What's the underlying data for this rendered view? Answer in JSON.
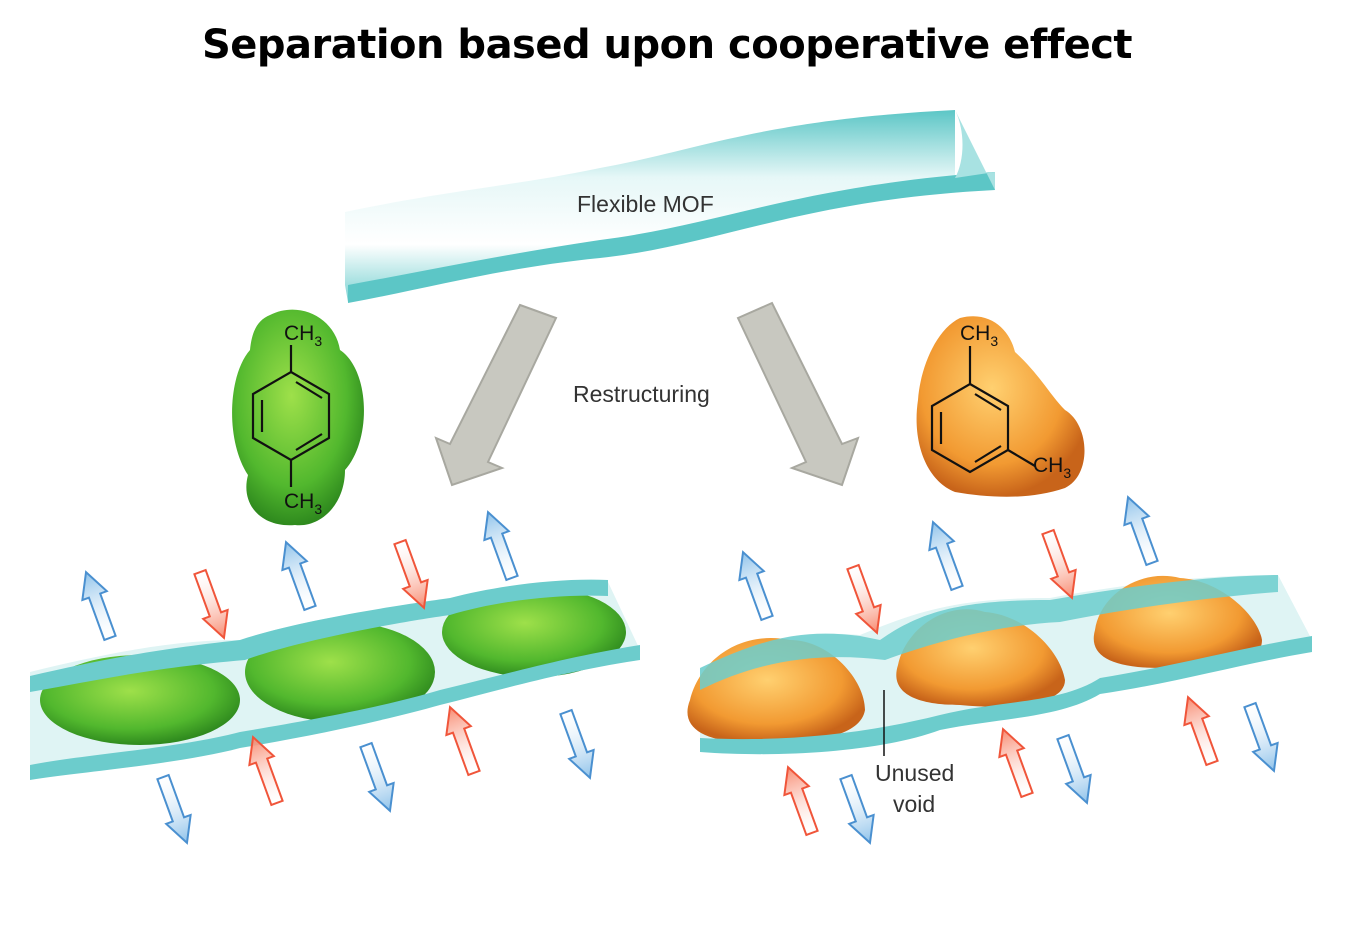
{
  "title": "Separation based upon cooperative effect",
  "labels": {
    "mof": "Flexible MOF",
    "restructuring": "Restructuring",
    "unused_void_line1": "Unused",
    "unused_void_line2": "void"
  },
  "molecules": {
    "para_xylene": {
      "top": "CH",
      "bottom": "CH",
      "subscript": "3"
    },
    "meta_xylene": {
      "top": "CH",
      "side": "CH",
      "subscript": "3"
    }
  },
  "colors": {
    "tube": "#5cc6c6",
    "green_molecule": "#5cc23a",
    "orange_molecule": "#f0932e",
    "arrow_blue": "#4a90d0",
    "arrow_red": "#f0553a",
    "process_arrow": "#c8c8c0"
  }
}
